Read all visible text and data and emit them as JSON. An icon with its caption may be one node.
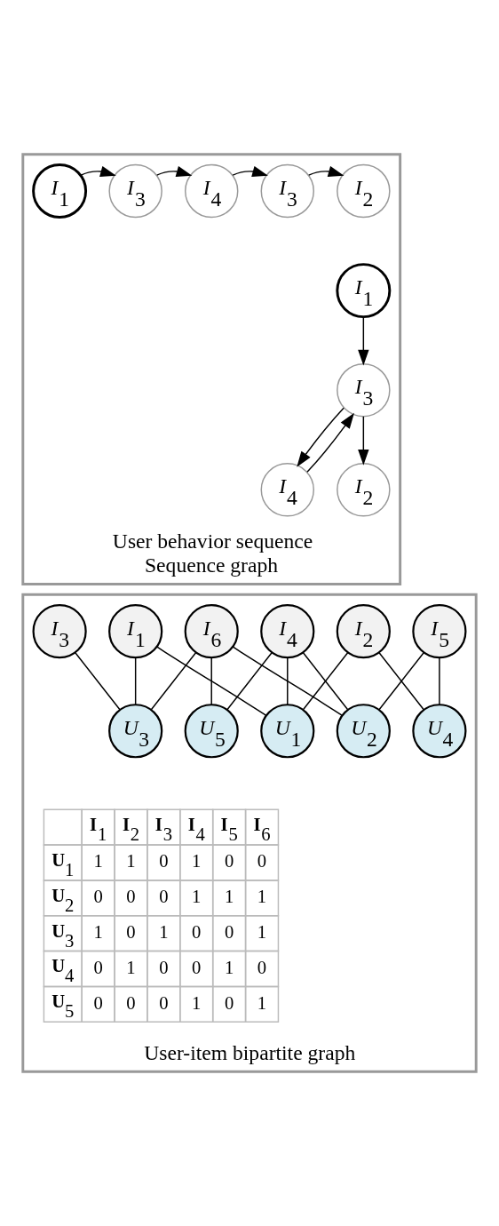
{
  "diagram": {
    "nodes": [
      {
        "text": [
          "User behavior sequence",
          "Sequence graph"
        ]
      },
      {
        "text": [
          "I$_{1}$"
        ],
        "in": 0
      },
      {
        "text": [
          "I$_{3}$"
        ],
        "in": 0
      },
      {
        "text": [
          "I$_{4}$"
        ],
        "in": 0
      },
      {
        "text": [
          "I$_{3}$"
        ],
        "in": 0
      },
      {
        "text": [
          "I$_{2}$"
        ],
        "in": 0
      },
      {
        "text": [
          "I$_{1}$"
        ],
        "in": 0
      },
      {
        "text": [
          "I$_{3}$"
        ],
        "in": 0
      },
      {
        "text": [
          "I$_{4}$"
        ],
        "in": 0
      },
      {
        "text": [
          "I$_{2}$"
        ],
        "in": 0
      },
      {
        "text": [
          "User-item bipartite graph"
        ]
      },
      {
        "text": [
          "I$_{1}$"
        ],
        "in": 10
      },
      {
        "text": [
          "I$_{2}$"
        ],
        "in": 10
      },
      {
        "text": [
          "I$_{3}$"
        ],
        "in": 10
      },
      {
        "text": [
          "I$_{4}$"
        ],
        "in": 10
      },
      {
        "text": [
          "I$_{5}$"
        ],
        "in": 10
      },
      {
        "text": [
          "I$_{6}$"
        ],
        "in": 10
      },
      {
        "text": [
          "U$_{1}$"
        ],
        "in": 10
      },
      {
        "text": [
          "U$_{2}$"
        ],
        "in": 10
      },
      {
        "text": [
          "U$_{3}$"
        ],
        "in": 10
      },
      {
        "text": [
          "U$_{4}$"
        ],
        "in": 10
      },
      {
        "text": [
          "U$_{5}$"
        ],
        "in": 10
      }
    ],
    "edges": [
      {
        "from": 1,
        "to": 2,
        "arrow": "to"
      },
      {
        "from": 2,
        "to": 3,
        "arrow": "to"
      },
      {
        "from": 3,
        "to": 4,
        "arrow": "to"
      },
      {
        "from": 4,
        "to": 5,
        "arrow": "to"
      },
      {
        "from": 6,
        "to": 7,
        "arrow": "to"
      },
      {
        "from": 7,
        "to": 9,
        "arrow": "to"
      },
      {
        "from": 7,
        "to": 8,
        "arrow": "to"
      },
      {
        "from": 8,
        "to": 7,
        "arrow": "to"
      },
      {
        "from": 17,
        "to": 11,
        "arrow": "none"
      },
      {
        "from": 17,
        "to": 12,
        "arrow": "none"
      },
      {
        "from": 17,
        "to": 14,
        "arrow": "none"
      },
      {
        "from": 18,
        "to": 14,
        "arrow": "none"
      },
      {
        "from": 18,
        "to": 15,
        "arrow": "none"
      },
      {
        "from": 18,
        "to": 16,
        "arrow": "none"
      },
      {
        "from": 19,
        "to": 11,
        "arrow": "none"
      },
      {
        "from": 19,
        "to": 13,
        "arrow": "none"
      },
      {
        "from": 19,
        "to": 16,
        "arrow": "none"
      },
      {
        "from": 20,
        "to": 12,
        "arrow": "none"
      },
      {
        "from": 20,
        "to": 15,
        "arrow": "none"
      },
      {
        "from": 21,
        "to": 14,
        "arrow": "none"
      },
      {
        "from": 21,
        "to": 16,
        "arrow": "none"
      }
    ],
    "labels": [
      "I$_{1}$",
      "I$_{2}$",
      "I$_{3}$",
      "I$_{4}$",
      "I$_{5}$",
      "I$_{6}$",
      "U$_{1}$",
      "1",
      "1",
      "0",
      "1",
      "0",
      "0",
      "U$_{2}$",
      "0",
      "0",
      "0",
      "1",
      "1",
      "1",
      "U$_{3}$",
      "1",
      "0",
      "1",
      "0",
      "0",
      "1",
      "U$_{4}$",
      "0",
      "1",
      "0",
      "0",
      "1",
      "0",
      "U$_{5}$",
      "0",
      "0",
      "0",
      "1",
      "0",
      "1"
    ]
  }
}
